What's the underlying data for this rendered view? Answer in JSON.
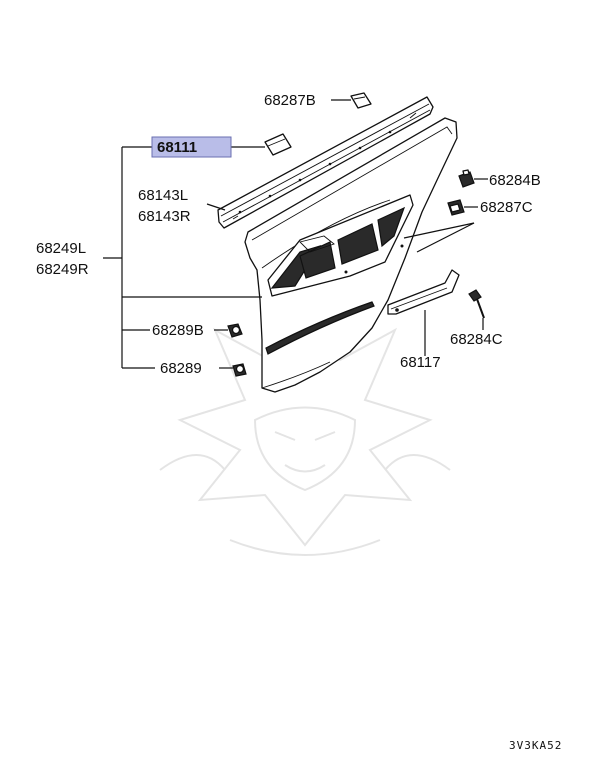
{
  "highlight_color": "#b9bde8",
  "watermark_icon": "samurai-helmet-icon",
  "labels": {
    "p68287B": "68287B",
    "p68111": "68111",
    "p68143L": "68143L",
    "p68143R": "68143R",
    "p68284B": "68284B",
    "p68287C": "68287C",
    "p68249L": "68249L",
    "p68249R": "68249R",
    "p68289B": "68289B",
    "p68289": "68289",
    "p68117": "68117",
    "p68284C": "68284C"
  },
  "diagram_code": "3V3KA52"
}
